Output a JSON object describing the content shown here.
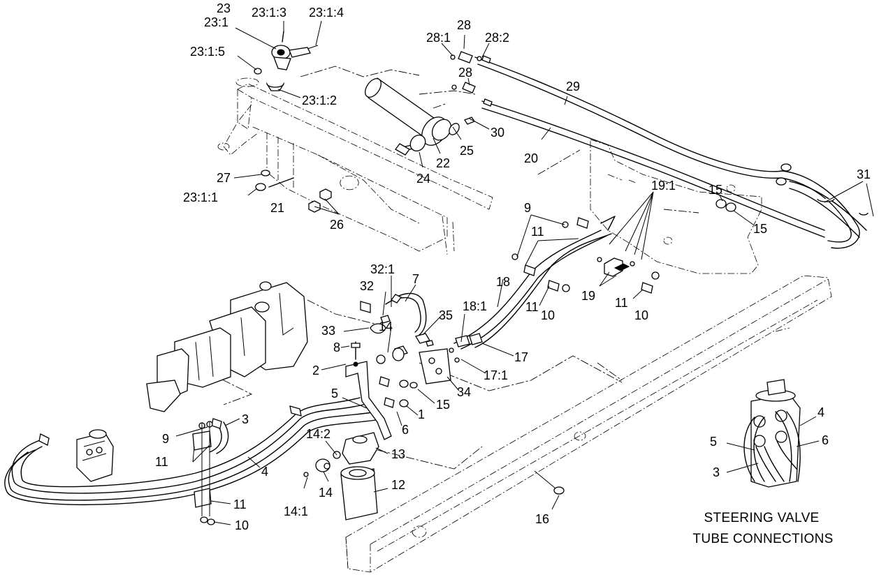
{
  "caption": {
    "line1": "STEERING VALVE",
    "line2": "TUBE CONNECTIONS"
  },
  "callouts": [
    {
      "id": "c23",
      "text": "23"
    },
    {
      "id": "c23-1",
      "text": "23:1"
    },
    {
      "id": "c23-1-3",
      "text": "23:1:3"
    },
    {
      "id": "c23-1-4",
      "text": "23:1:4"
    },
    {
      "id": "c23-1-5",
      "text": "23:1:5"
    },
    {
      "id": "c23-1-2",
      "text": "23:1:2"
    },
    {
      "id": "c23-1-1",
      "text": "23:1:1"
    },
    {
      "id": "c27",
      "text": "27"
    },
    {
      "id": "c21",
      "text": "21"
    },
    {
      "id": "c26",
      "text": "26"
    },
    {
      "id": "c28-1",
      "text": "28:1"
    },
    {
      "id": "c28a",
      "text": "28"
    },
    {
      "id": "c28-2",
      "text": "28:2"
    },
    {
      "id": "c28b",
      "text": "28"
    },
    {
      "id": "c29",
      "text": "29"
    },
    {
      "id": "c30",
      "text": "30"
    },
    {
      "id": "c25",
      "text": "25"
    },
    {
      "id": "c22",
      "text": "22"
    },
    {
      "id": "c24",
      "text": "24"
    },
    {
      "id": "c20",
      "text": "20"
    },
    {
      "id": "c31",
      "text": "31"
    },
    {
      "id": "c19-1",
      "text": "19:1"
    },
    {
      "id": "c15a",
      "text": "15"
    },
    {
      "id": "c15b",
      "text": "15"
    },
    {
      "id": "c9a",
      "text": "9"
    },
    {
      "id": "c11a",
      "text": "11"
    },
    {
      "id": "c18",
      "text": "18"
    },
    {
      "id": "c11b",
      "text": "11"
    },
    {
      "id": "c10a",
      "text": "10"
    },
    {
      "id": "c19",
      "text": "19"
    },
    {
      "id": "c11c",
      "text": "11"
    },
    {
      "id": "c10b",
      "text": "10"
    },
    {
      "id": "c32-1",
      "text": "32:1"
    },
    {
      "id": "c32",
      "text": "32"
    },
    {
      "id": "c7",
      "text": "7"
    },
    {
      "id": "c35",
      "text": "35"
    },
    {
      "id": "c18-1",
      "text": "18:1"
    },
    {
      "id": "c33",
      "text": "33"
    },
    {
      "id": "c14a",
      "text": "14"
    },
    {
      "id": "c8",
      "text": "8"
    },
    {
      "id": "c2",
      "text": "2"
    },
    {
      "id": "c17",
      "text": "17"
    },
    {
      "id": "c17-1",
      "text": "17:1"
    },
    {
      "id": "c34",
      "text": "34"
    },
    {
      "id": "c5a",
      "text": "5"
    },
    {
      "id": "c15c",
      "text": "15"
    },
    {
      "id": "c1",
      "text": "1"
    },
    {
      "id": "c6",
      "text": "6"
    },
    {
      "id": "c3a",
      "text": "3"
    },
    {
      "id": "c9b",
      "text": "9"
    },
    {
      "id": "c14-2",
      "text": "14:2"
    },
    {
      "id": "c13",
      "text": "13"
    },
    {
      "id": "c11d",
      "text": "11"
    },
    {
      "id": "c4a",
      "text": "4"
    },
    {
      "id": "c12",
      "text": "12"
    },
    {
      "id": "c14-1",
      "text": "14:1"
    },
    {
      "id": "c14b",
      "text": "14"
    },
    {
      "id": "c11e",
      "text": "11"
    },
    {
      "id": "c10c",
      "text": "10"
    },
    {
      "id": "c16",
      "text": "16"
    },
    {
      "id": "c4b",
      "text": "4"
    },
    {
      "id": "c5b",
      "text": "5"
    },
    {
      "id": "c6b",
      "text": "6"
    },
    {
      "id": "c3b",
      "text": "3"
    }
  ]
}
